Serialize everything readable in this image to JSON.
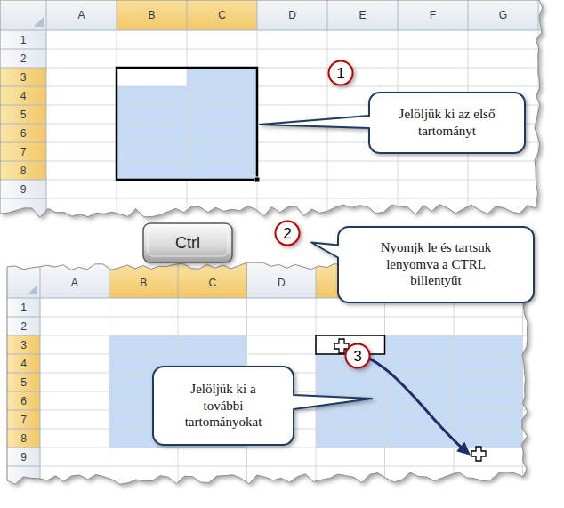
{
  "diagram": {
    "nodes": [
      {
        "text": [
          "1"
        ]
      },
      {
        "text": [
          "Jelöljük ki az első tartományt"
        ]
      },
      {
        "text": [
          "Ctrl"
        ]
      },
      {
        "text": [
          "2"
        ]
      },
      {
        "text": [
          "Nyomjk le és tartsuk lenyomva a CTRL billentyűt"
        ]
      },
      {
        "text": [
          "3"
        ]
      },
      {
        "text": [
          "Jelöljük ki a további tartományokat"
        ]
      }
    ],
    "labels": [
      "A",
      "B",
      "C",
      "D",
      "E",
      "F",
      "G",
      "1",
      "2",
      "3",
      "4",
      "5",
      "6",
      "7",
      "8",
      "9",
      "A",
      "B",
      "C",
      "D",
      "1",
      "2",
      "3",
      "4",
      "5",
      "6",
      "7",
      "8",
      "9"
    ]
  }
}
